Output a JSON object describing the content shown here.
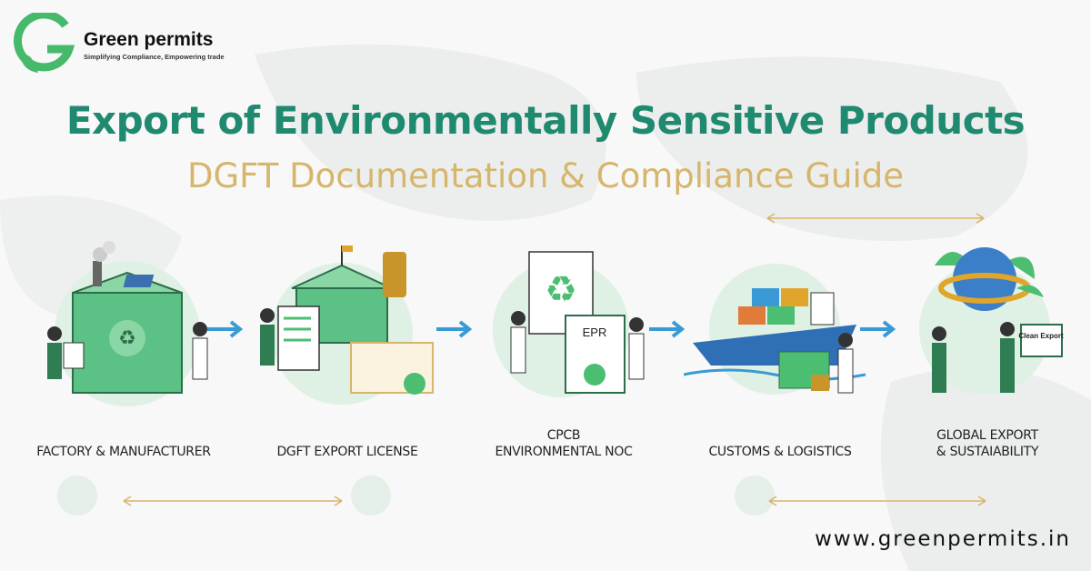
{
  "brand": {
    "name": "Green permits",
    "tagline": "Simplifying Compliance, Empowering trade"
  },
  "title": "Export of Environmentally Sensitive Products",
  "subtitle": "DGFT Documentation & Compliance Guide",
  "stages": [
    {
      "label": "FACTORY & MANUFACTURER"
    },
    {
      "label": "DGFT EXPORT LICENSE"
    },
    {
      "label_line1": "CPCB",
      "label_line2": "ENVIRONMENTAL NOC",
      "doc_text": "EPR"
    },
    {
      "label": "CUSTOMS & LOGISTICS"
    },
    {
      "label_line1": "GLOBAL EXPORT",
      "label_line2": "& SUSTAIABILITY",
      "sign_text": "Clean Export"
    }
  ],
  "website": "www.greenpermits.in",
  "colors": {
    "primary": "#1f8a70",
    "accent": "#d6b56c",
    "green": "#4cbe72",
    "arrow": "#3a9ad6"
  }
}
